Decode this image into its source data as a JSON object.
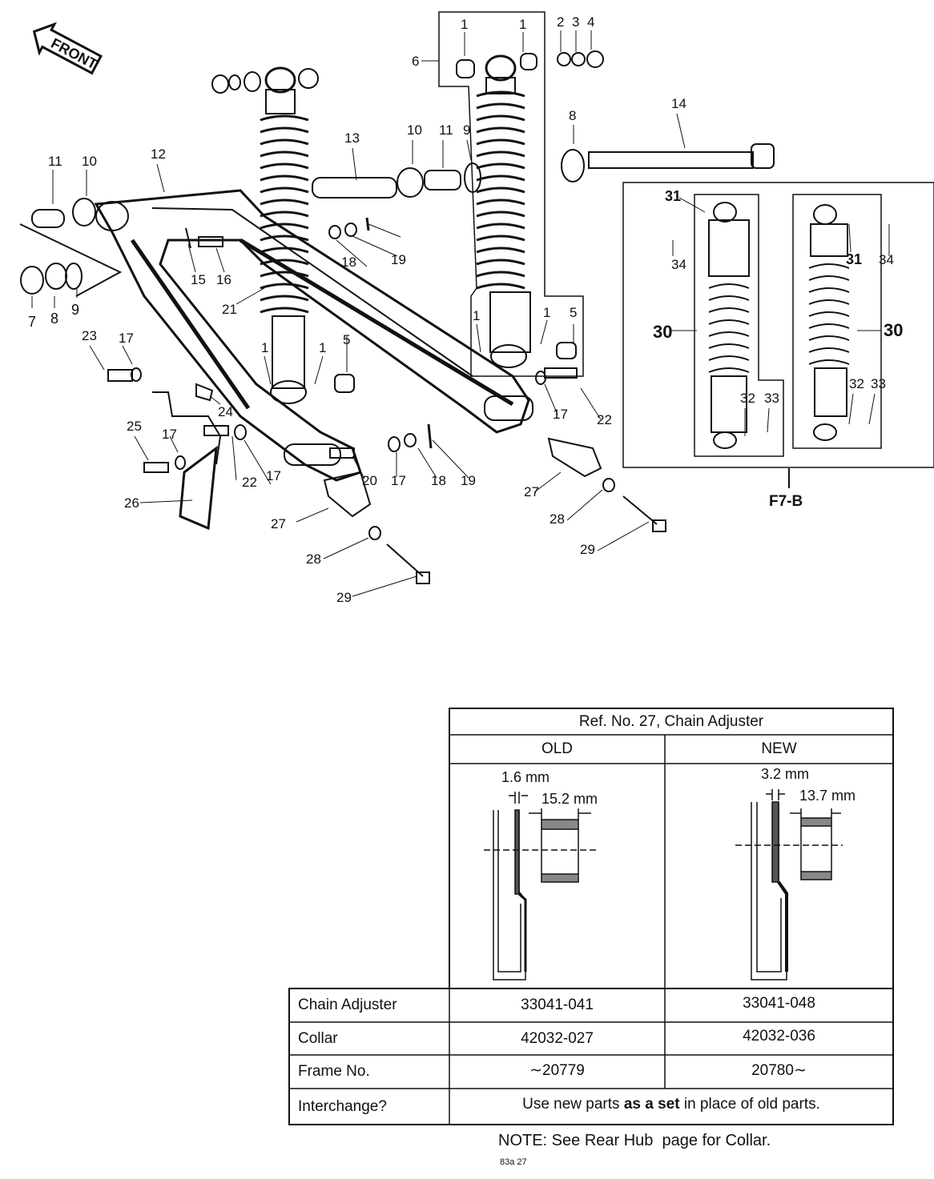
{
  "diagram": {
    "front_badge": "FRONT",
    "callouts": [
      "1",
      "1",
      "2",
      "3",
      "4",
      "5",
      "5",
      "6",
      "7",
      "8",
      "9",
      "9",
      "10",
      "10",
      "11",
      "11",
      "12",
      "13",
      "14",
      "15",
      "16",
      "17",
      "17",
      "17",
      "17",
      "17",
      "18",
      "18",
      "19",
      "19",
      "20",
      "21",
      "22",
      "22",
      "23",
      "24",
      "25",
      "26",
      "27",
      "27",
      "28",
      "28",
      "29",
      "29",
      "8",
      "1",
      "1",
      "1",
      "1",
      "30",
      "30",
      "31",
      "31",
      "32",
      "32",
      "33",
      "33",
      "34",
      "34"
    ],
    "inset_label": "F7-B"
  },
  "table": {
    "title": "Ref. No. 27, Chain Adjuster",
    "col_old": "OLD",
    "col_new": "NEW",
    "old_dim_thickness": "1.6 mm",
    "old_dim_width": "15.2 mm",
    "new_dim_thickness": "3.2 mm",
    "new_dim_width": "13.7 mm",
    "rows": [
      {
        "label": "Chain Adjuster",
        "old": "33041-041",
        "new": "33041-048"
      },
      {
        "label": "Collar",
        "old": "42032-027",
        "new": "42032-036"
      },
      {
        "label": "Frame No.",
        "old": "∼20779",
        "new": "20780∼"
      }
    ],
    "interchange_label": "Interchange?",
    "interchange_pre": "Use new parts ",
    "interchange_bold": "as a set",
    "interchange_post": " in place of old parts."
  },
  "note": "NOTE: See Rear Hub  page for Collar.",
  "page_code": "83a 27"
}
